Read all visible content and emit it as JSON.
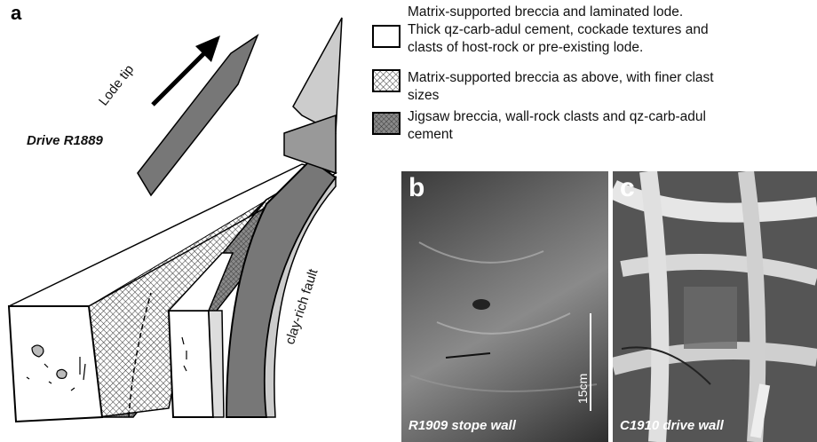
{
  "panel_a": {
    "label": "a",
    "drive_label": "Drive R1889",
    "lode_tip_label": "Lode tip",
    "fault_label": "clay-rich fault"
  },
  "legend": {
    "items": [
      {
        "pattern": "white",
        "lines": [
          "Matrix-supported breccia and laminated lode.",
          "Thick qz-carb-adul cement, cockade textures and",
          "clasts of host-rock or pre-existing lode."
        ]
      },
      {
        "pattern": "fine-crosshatch",
        "lines": [
          "Matrix-supported breccia as above, with finer clast",
          "sizes"
        ]
      },
      {
        "pattern": "dark-crosshatch",
        "lines": [
          "Jigsaw breccia, wall-rock clasts and qz-carb-adul",
          "cement"
        ]
      }
    ]
  },
  "photo_b": {
    "label": "b",
    "caption": "R1909 stope wall",
    "scale": "15cm"
  },
  "photo_c": {
    "label": "c",
    "caption": "C1910 drive wall"
  }
}
